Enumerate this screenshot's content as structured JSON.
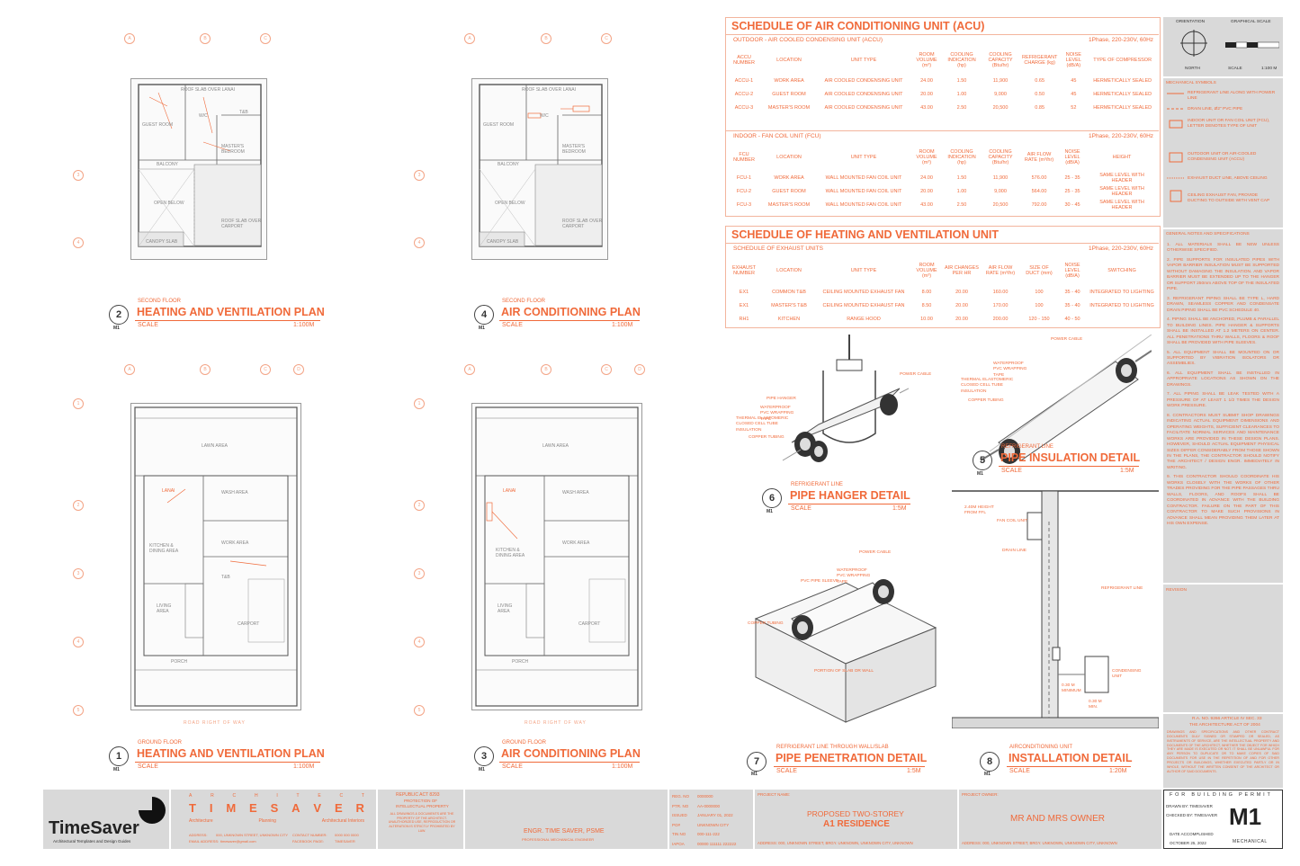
{
  "plans": [
    {
      "id": "plan2",
      "number": "2",
      "sheet": "M1",
      "subtitle": "SECOND FLOOR",
      "title": "HEATING AND VENTILATION PLAN",
      "scale_label": "SCALE",
      "scale": "1:100M"
    },
    {
      "id": "plan4",
      "number": "4",
      "sheet": "M1",
      "subtitle": "SECOND FLOOR",
      "title": "AIR CONDITIONING PLAN",
      "scale_label": "SCALE",
      "scale": "1:100M"
    },
    {
      "id": "plan1",
      "number": "1",
      "sheet": "M1",
      "subtitle": "GROUND FLOOR",
      "title": "HEATING AND VENTILATION PLAN",
      "scale_label": "SCALE",
      "scale": "1:100M"
    },
    {
      "id": "plan3",
      "number": "3",
      "sheet": "M1",
      "subtitle": "GROUND FLOOR",
      "title": "AIR CONDITIONING PLAN",
      "scale_label": "SCALE",
      "scale": "1:100M"
    }
  ],
  "rooms_second": [
    "ROOF SLAB OVER LANAI",
    "T&B",
    "GUEST ROOM",
    "W/C",
    "MASTER'S BEDROOM",
    "BALCONY",
    "OPEN BELOW",
    "ROOF SLAB OVER CARPORT",
    "CANOPY SLAB"
  ],
  "rooms_ground": [
    "LAWN AREA",
    "LANAI",
    "WASH AREA",
    "KITCHEN & DINING AREA",
    "WORK AREA",
    "T&B",
    "LIVING AREA",
    "CARPORT",
    "PORCH",
    "ROAD RIGHT OF WAY"
  ],
  "grid_labels": {
    "cols": [
      "A",
      "B",
      "C",
      "D"
    ],
    "rows": [
      "1",
      "2",
      "3",
      "4",
      "5"
    ]
  },
  "acu": {
    "title": "SCHEDULE OF AIR CONDITIONING UNIT (ACU)",
    "outdoor_label": "OUTDOOR - AIR COOLED CONDENSING UNIT (ACCU)",
    "outdoor_power": "1Phase, 220-230V, 60Hz",
    "outdoor_headers": [
      "ACCU NUMBER",
      "LOCATION",
      "UNIT TYPE",
      "ROOM VOLUME (m³)",
      "COOLING INDICATION (hp)",
      "COOLING CAPACITY (Btu/hr)",
      "REFRIGERANT CHARGE (kg)",
      "NOISE LEVEL (dB/A)",
      "TYPE OF COMPRESSOR"
    ],
    "outdoor_rows": [
      [
        "ACCU-1",
        "WORK AREA",
        "AIR COOLED CONDENSING UNIT",
        "24.00",
        "1.50",
        "11,900",
        "0.65",
        "45",
        "HERMETICALLY SEALED"
      ],
      [
        "ACCU-2",
        "GUEST ROOM",
        "AIR COOLED CONDENSING UNIT",
        "20.00",
        "1.00",
        "9,000",
        "0.50",
        "45",
        "HERMETICALLY SEALED"
      ],
      [
        "ACCU-3",
        "MASTER'S ROOM",
        "AIR COOLED CONDENSING UNIT",
        "43.00",
        "2.50",
        "20,500",
        "0.85",
        "52",
        "HERMETICALLY SEALED"
      ]
    ],
    "indoor_label": "INDOOR - FAN COIL UNIT (FCU)",
    "indoor_power": "1Phase, 220-230V, 60Hz",
    "indoor_headers": [
      "FCU NUMBER",
      "LOCATION",
      "UNIT TYPE",
      "ROOM VOLUME (m³)",
      "COOLING INDICATION (hp)",
      "COOLING CAPACITY (Btu/hr)",
      "AIR FLOW RATE (m³/hr)",
      "NOISE LEVEL (dB/A)",
      "HEIGHT"
    ],
    "indoor_rows": [
      [
        "FCU-1",
        "WORK AREA",
        "WALL MOUNTED FAN COIL UNIT",
        "24.00",
        "1.50",
        "11,900",
        "576.00",
        "25 - 35",
        "SAME LEVEL WITH HEADER"
      ],
      [
        "FCU-2",
        "GUEST ROOM",
        "WALL MOUNTED FAN COIL UNIT",
        "20.00",
        "1.00",
        "9,000",
        "564.00",
        "25 - 35",
        "SAME LEVEL WITH HEADER"
      ],
      [
        "FCU-3",
        "MASTER'S ROOM",
        "WALL MOUNTED FAN COIL UNIT",
        "43.00",
        "2.50",
        "20,500",
        "792.00",
        "30 - 45",
        "SAME LEVEL WITH HEADER"
      ]
    ]
  },
  "hvu": {
    "title": "SCHEDULE OF HEATING AND VENTILATION UNIT",
    "sub_label": "SCHEDULE OF EXHAUST UNITS",
    "power": "1Phase, 220-230V, 60Hz",
    "headers": [
      "EXHAUST NUMBER",
      "LOCATION",
      "UNIT TYPE",
      "ROOM VOLUME (m³)",
      "AIR CHANGES PER HR",
      "AIR FLOW RATE (m³/hr)",
      "SIZE OF DUCT (mm)",
      "NOISE LEVEL (dB/A)",
      "SWITCHING"
    ],
    "rows": [
      [
        "EX1",
        "COMMON T&B",
        "CEILING MOUNTED EXHAUST FAN",
        "8.00",
        "20.00",
        "160.00",
        "100",
        "35 - 40",
        "INTEGRATED TO LIGHTING"
      ],
      [
        "EX1",
        "MASTER'S T&B",
        "CEILING MOUNTED EXHAUST FAN",
        "8.50",
        "20.00",
        "170.00",
        "100",
        "35 - 40",
        "INTEGRATED TO LIGHTING"
      ],
      [
        "RH1",
        "KITCHEN",
        "RANGE HOOD",
        "10.00",
        "20.00",
        "200.00",
        "120 - 150",
        "40 - 50",
        ""
      ]
    ]
  },
  "details": [
    {
      "id": "d5",
      "number": "5",
      "sheet": "M1",
      "subtitle": "REFRIGERANT LINE",
      "title": "PIPE INSULATION DETAIL",
      "scale_label": "SCALE",
      "scale": "1:5M"
    },
    {
      "id": "d6",
      "number": "6",
      "sheet": "M1",
      "subtitle": "REFRIGERANT LINE",
      "title": "PIPE HANGER DETAIL",
      "scale_label": "SCALE",
      "scale": "1:5M"
    },
    {
      "id": "d7",
      "number": "7",
      "sheet": "M1",
      "subtitle": "REFRIGERANT LINE THROUGH WALL/SLAB",
      "title": "PIPE PENETRATION DETAIL",
      "scale_label": "SCALE",
      "scale": "1:5M"
    },
    {
      "id": "d8",
      "number": "8",
      "sheet": "M1",
      "subtitle": "AIRCONDITIONING UNIT",
      "title": "INSTALLATION DETAIL",
      "scale_label": "SCALE",
      "scale": "1:20M"
    }
  ],
  "detail_notes": {
    "hanger": [
      "PIPE HANGER",
      "WATERPROOF PVC WRAPPING TAPE",
      "THERMAL ELASTOMERIC CLOSED CELL TUBE INSULATION",
      "COPPER TUBING",
      "POWER CABLE"
    ],
    "insulation": [
      "POWER CABLE",
      "WATERPROOF PVC WRAPPING TAPE",
      "THERMAL ELASTOMERIC CLOSED CELL TUBE INSULATION",
      "COPPER TUBING"
    ],
    "penetration": [
      "POWER CABLE",
      "WATERPROOF PVC WRAPPING TAPE",
      "PVC PIPE SLEEVE",
      "COPPER TUBING",
      "PORTION OF SLAB OR WALL"
    ],
    "installation": [
      "2.40M HEIGHT FROM FFL",
      "FAN COIL UNIT",
      "DRAIN LINE",
      "REFRIGERANT LINE",
      "CONDENSING UNIT",
      "0.30 M MINIMUM",
      "0.30 M MIN."
    ]
  },
  "right_panel": {
    "orientation": "ORIENTATION",
    "north": "NORTH",
    "graphical_scale": "GRAPHICAL SCALE",
    "scale_label": "SCALE",
    "scale": "1:100 M",
    "mech_symbols": "MECHANICAL SYMBOLS",
    "symbols": [
      "REFRIGERANT LINE ALONG WITH POWER LINE",
      "DRAIN LINE, Ø2\" PVC PIPE",
      "INDOOR UNIT OR FAN COIL UNIT (FCU), LETTER DENOTES TYPE OF UNIT",
      "OUTDOOR UNIT OR AIR-COOLED CONDENSING UNIT (ACCU)",
      "EXHAUST DUCT LINE, ABOVE CEILING",
      "CEILING EXHAUST FAN, PROVIDE DUCTING TO OUTSIDE WITH VENT CAP"
    ],
    "notes_title": "GENERAL NOTES AND SPECIFICATIONS",
    "notes": [
      "1. ALL MATERIALS SHALL BE NEW UNLESS OTHERWISE SPECIFIED.",
      "2. PIPE SUPPORTS FOR INSULATED PIPES WITH VAPOR BARRIER INSULATION MUST BE SUPPORTED WITHOUT DAMAGING THE INSULATION. AND VAPOR BARRIER MUST BE EXTENDED UP TO THE HANGER OR SUPPORT 250mm ABOVE TOP OF THE INSULATED PIPE.",
      "3. REFRIGERANT PIPING SHALL BE TYPE L, HARD DRAWN, SEAMLESS COPPER AND CONDENSATE DRAIN PIPING SHALL BE PVC SCHEDULE 40.",
      "4. PIPING SHALL BE ANCHORED, PLUMB & PARALLEL TO BUILDING LINES. PIPE HANGER & SUPPORTS SHALL BE INSTALLED AT 1.2 METERS ON CENTER. ALL PENETRATIONS THRU WALLS, FLOORS & ROOF SHALL BE PROVIDED WITH PIPE SLEEVES.",
      "5. ALL EQUIPMENT SHALL BE MOUNTED ON OR SUPPORTED BY VIBRATION ISOLATORS OR ASSEMBLIES.",
      "6. ALL EQUIPMENT SHALL BE INSTALLED IN APPROPRIATE LOCATIONS AS SHOWN ON THE DRAWINGS.",
      "7. ALL PIPING SHALL BE LEAK TESTED WITH A PRESSURE OF AT LEAST 1 1/2 TIMES THE DESIGN WORK PRESSURE.",
      "8. CONTRACTORS MUST SUBMIT SHOP DRAWINGS INDICATING ACTUAL EQUIPMENT DIMENSIONS AND OPERATING WEIGHTS, SUFFICIENT CLEARANCES TO FACILITATE NORMAL SERVICES AND MAINTENANCE WORKS ARE PROVIDED IN THESE DESIGN PLANS. HOWEVER, SHOULD ACTUAL EQUIPMENT PHYSICAL SIZES DIFFER CONSIDERABLY FROM THOSE SHOWN IN THE PLANS, THE CONTRACTOR SHOULD NOTIFY THE ARCHITECT / DESIGN ENGR. IMMEDIATELY IN WRITING.",
      "9. THIS CONTRACTOR SHOULD COORDINATE HIS WORKS CLOSELY WITH THE WORKS OF OTHER TRADES PROVIDING FOR THE PIPE PASSAGES THRU WALLS, FLOORS, AND ROOFS SHALL BE COORDINATED IN ADVANCE WITH THE BUILDING CONTRACTOR. FAILURE ON THE PART OF THIS CONTRACTOR TO MAKE SUCH PROVISIONS IN ADVANCE SHALL MEAN PROVIDING THEM LATER AT HIS OWN EXPENSE."
    ],
    "revision": "REVISION",
    "ra_title": "R.A. NO. 9266 ARTICLE IV SEC. 33",
    "ra_sub": "THE ARCHITECTURE ACT OF 2004",
    "ra_text": "DRAWINGS AND SPECIFICATIONS AND OTHER CONTRACT DOCUMENTS DULY SIGNED OR STAMPED OR SEALED, AS INSTRUMENTS OF SERVICE, ARE THE INTELLECTUAL PROPERTY AND DOCUMENTS OF THE ARCHITECT, WHETHER THE OBJECT FOR WHICH THEY ARE MADE IS EXECUTED OR NOT. IT SHALL BE UNLAWFUL FOR ANY PERSON TO DUPLICATE OR TO MAKE COPIES OF SAID DOCUMENTS FOR USE IN THE REPETITION OF AND FOR OTHER PROJECTS OR BUILDINGS, WHETHER EXECUTED PARTLY OR IN WHOLE, WITHOUT THE WRITTEN CONSENT OF THE ARCHITECT OR AUTHOR OF SAID DOCUMENTS."
  },
  "title_block": {
    "logo": "TimeSaver",
    "logo_sub": "Architectural Templates and Design Guides",
    "architect_letters": [
      "A",
      "R",
      "C",
      "H",
      "I",
      "T",
      "E",
      "C",
      "T"
    ],
    "architect_name": [
      "T",
      "I",
      "M",
      "E",
      "S",
      "A",
      "V",
      "E",
      "R"
    ],
    "disciplines": [
      "Architecture",
      "Planning",
      "Architectural Interiors"
    ],
    "address_label": "ADDRESS:",
    "address": "000, UNKNOWN STREET, UNKNOWN CITY",
    "email_label": "EMAIL ADDRESS:",
    "email": "timesaver@gmail.com",
    "contact_label": "CONTACT NUMBER:",
    "contact": "0000 000 0000",
    "facebook_label": "FACEBOOK PAGE:",
    "facebook": "TIMESAVER",
    "ra_header": "REPUBLIC ACT 8293",
    "ra_lines": [
      "PROTECTION OF",
      "INTELLECTUAL PROPERTY"
    ],
    "ra_body": "ALL DRAWINGS & DOCUMENTS ARE THE PROPERTY OF THE ARCHITECT. UNAUTHORIZED USE, REPRODUCTION OR ALTERATION IS STRICTLY PROHIBITED BY LAW.",
    "engineer": "ENGR. TIME SAVER, PSME",
    "engineer_role": "PROFESSIONAL MECHANICAL ENGINEER",
    "reg_labels": [
      "REG. NO",
      "PTR. NO",
      "ISSUED",
      "PO#",
      "TIN NO",
      "IAPOA"
    ],
    "reg_values": [
      "0000000",
      "AA-0000000",
      "JANUARY 01, 2022",
      "UNKNOWN CITY",
      "000-111-222",
      "00000 111111 222222"
    ],
    "project_name_label": "PROJECT NAME:",
    "project_name": [
      "PROPOSED TWO-STOREY",
      "A1 RESIDENCE"
    ],
    "project_address": "ADDRESS: 000, UNKNOWN STREET, BRGY. UNKNOWN, UNKNOWN CITY, UNKNOWN",
    "owner_label": "PROJECT OWNER:",
    "owner": "MR AND MRS OWNER",
    "owner_address": "ADDRESS: 000, UNKNOWN STREET, BRGY. UNKNOWN, UNKNOWN CITY, UNKNOWN",
    "permit": "FOR BUILDING PERMIT",
    "drawn_by": "DRAWN BY: TIMESAVER",
    "checked_by": "CHECKED BY: TIMESAVER",
    "date_label": "DATE ACCOMPLISHED",
    "date": "OCTOBER 25, 2022",
    "sheet": "M1",
    "sheet_type": "MECHANICAL"
  }
}
